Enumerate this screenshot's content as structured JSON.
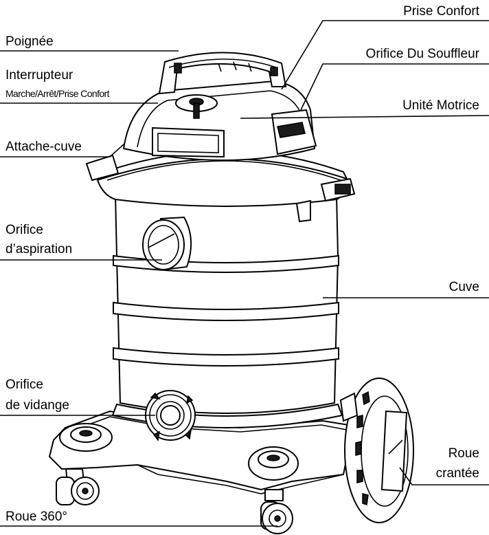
{
  "labels": {
    "prise_confort": "Prise Confort",
    "poignee": "Poignée",
    "orifice_souffleur": "Orifice Du Souffleur",
    "interrupteur": "Interrupteur",
    "interrupteur_sub": "Marche/Arrêt/Prise Confort",
    "unite_motrice": "Unité Motrice",
    "attache_cuve": "Attache-cuve",
    "orifice_aspiration_1": "Orifice",
    "orifice_aspiration_2": "d’aspiration",
    "cuve": "Cuve",
    "orifice_vidange_1": "Orifice",
    "orifice_vidange_2": "de vidange",
    "roue_crantee_1": "Roue",
    "roue_crantee_2": "crantée",
    "roue_360": "Roue 360°"
  }
}
